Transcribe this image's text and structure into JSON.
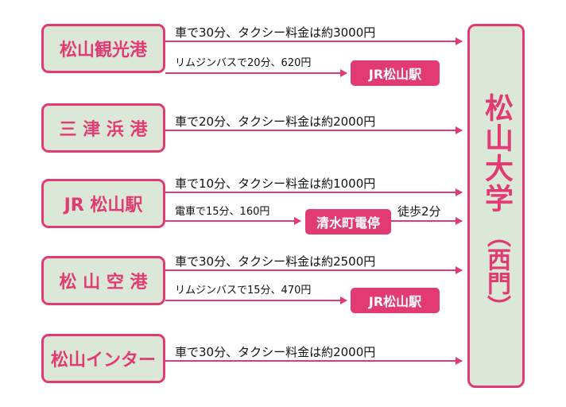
{
  "origins": [
    {
      "label": "松山観光港"
    },
    {
      "label": "三 津 浜 港"
    },
    {
      "label": "JR 松山駅"
    },
    {
      "label": "松 山 空 港"
    },
    {
      "label": "松山インター"
    }
  ],
  "destination": {
    "main": "松山大学",
    "sub": "（西門）"
  },
  "routes": [
    {
      "label": "車で30分、タクシー料金は約3000円"
    },
    {
      "label": "リムジンバスで20分、620円"
    },
    {
      "label": "車で20分、タクシー料金は約2000円"
    },
    {
      "label": "車で10分、タクシー料金は約1000円"
    },
    {
      "label": "電車で15分、160円"
    },
    {
      "label": "徒歩2分"
    },
    {
      "label": "車で30分、タクシー料金は約2500円"
    },
    {
      "label": "リムジンバスで15分、470円"
    },
    {
      "label": "車で30分、タクシー料金は約2000円"
    }
  ],
  "stations": [
    {
      "label": "JR松山駅"
    },
    {
      "label": "清水町電停"
    },
    {
      "label": "JR松山駅"
    }
  ],
  "colors": {
    "accent": "#e23a73",
    "box_fill": "#dbe8d8"
  }
}
